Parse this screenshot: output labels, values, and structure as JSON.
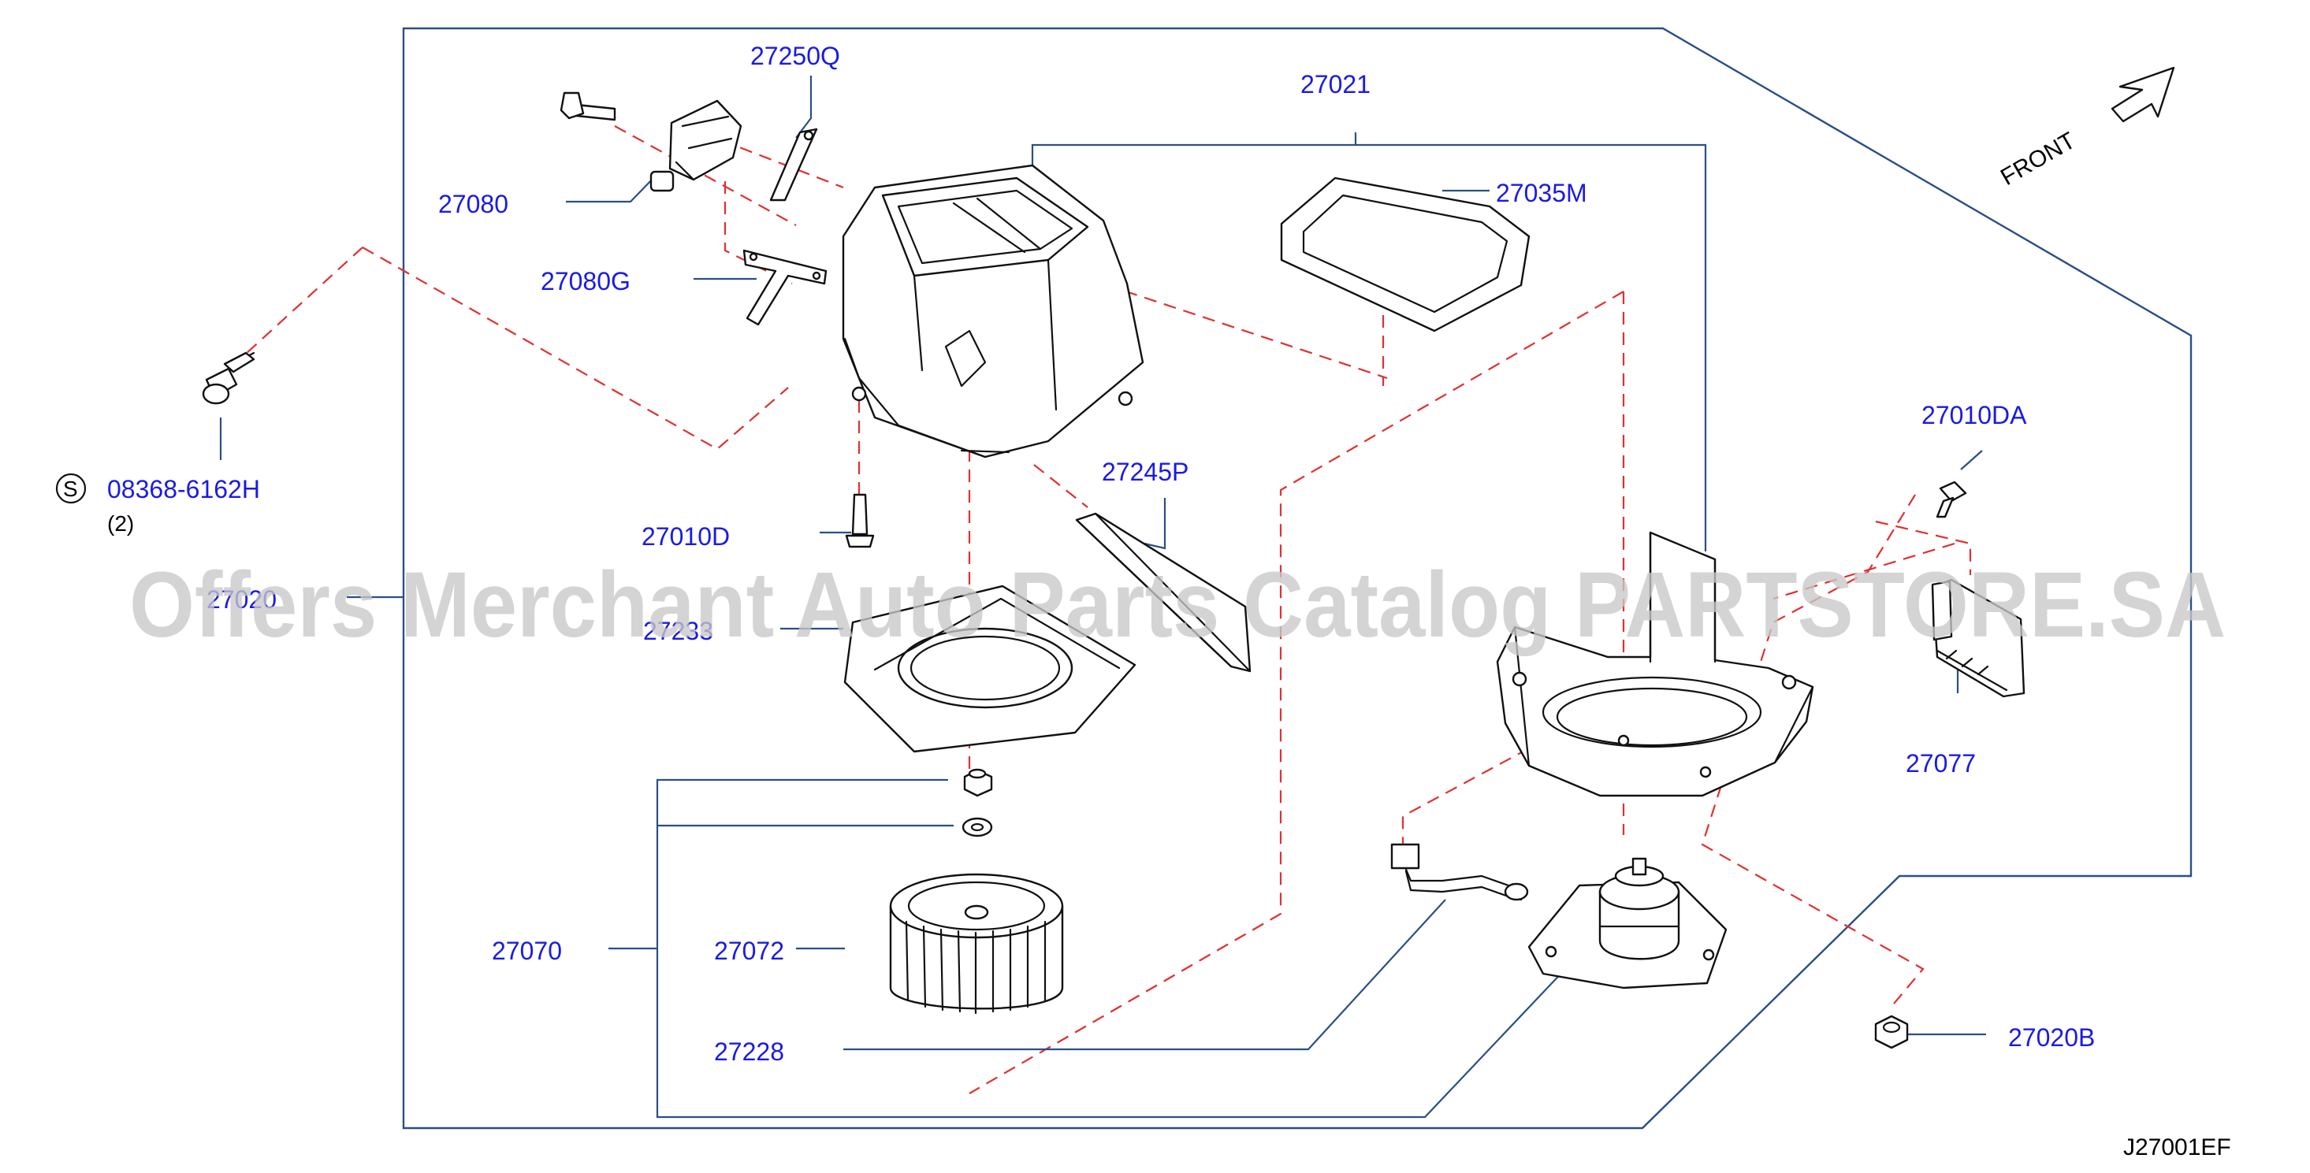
{
  "diagram": {
    "front_label": "FRONT",
    "drawing_code": "J27001EF",
    "screw_symbol": "S",
    "screw_qty": "(2)",
    "watermark": "Offers Merchant Auto Parts Catalog PARTSTORE.SA",
    "colors": {
      "callout": "#1a1ae6",
      "leader": "#2a4f86",
      "dashed_link": "#e03030",
      "watermark": "#c8c8c8"
    },
    "part_numbers": {
      "p27250Q": "27250Q",
      "p27021": "27021",
      "p27080": "27080",
      "p27035M": "27035M",
      "p27080G": "27080G",
      "p08368": "08368-6162H",
      "p27010D": "27010D",
      "p27245P": "27245P",
      "p27010DA": "27010DA",
      "p27020": "27020",
      "p27233": "27233",
      "p27077": "27077",
      "p27070": "27070",
      "p27072": "27072",
      "p27228": "27228",
      "p27020B": "27020B"
    }
  }
}
